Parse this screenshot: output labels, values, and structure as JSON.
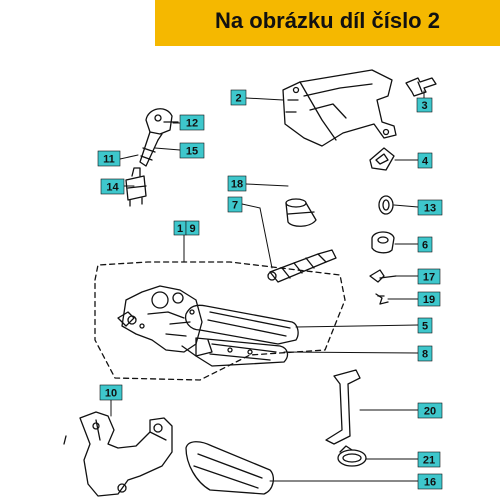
{
  "banner": {
    "title": "Na obrázku díl číslo 2"
  },
  "theme": {
    "label_bg": "#3ec7cc",
    "banner_bg": "#f5b800",
    "line": "#111111"
  },
  "parts": [
    {
      "id": "1",
      "text": "1"
    },
    {
      "id": "2",
      "text": "2"
    },
    {
      "id": "3",
      "text": "3"
    },
    {
      "id": "4",
      "text": "4"
    },
    {
      "id": "5",
      "text": "5"
    },
    {
      "id": "6",
      "text": "6"
    },
    {
      "id": "7",
      "text": "7"
    },
    {
      "id": "8",
      "text": "8"
    },
    {
      "id": "9",
      "text": "9"
    },
    {
      "id": "10",
      "text": "10"
    },
    {
      "id": "11",
      "text": "11"
    },
    {
      "id": "12",
      "text": "12"
    },
    {
      "id": "13",
      "text": "13"
    },
    {
      "id": "14",
      "text": "14"
    },
    {
      "id": "15",
      "text": "15"
    },
    {
      "id": "16",
      "text": "16"
    },
    {
      "id": "17",
      "text": "17"
    },
    {
      "id": "18",
      "text": "18"
    },
    {
      "id": "19",
      "text": "19"
    },
    {
      "id": "20",
      "text": "20"
    },
    {
      "id": "21",
      "text": "21"
    }
  ]
}
